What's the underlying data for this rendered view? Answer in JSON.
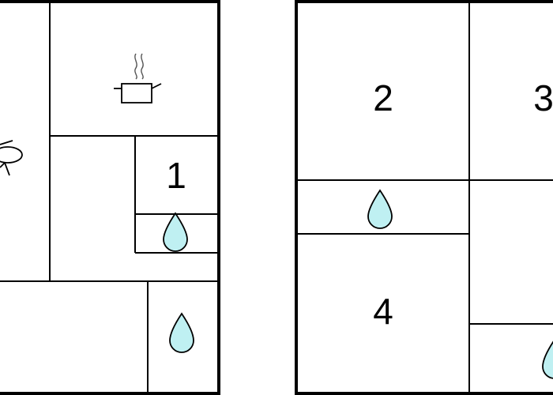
{
  "floorplan": {
    "rooms": {
      "room_1": {
        "number": "1"
      },
      "room_2": {
        "number": "2"
      },
      "room_3": {
        "number": "3"
      },
      "room_4": {
        "number": "4"
      }
    },
    "icons": {
      "kitchen": "cooking-pot-icon",
      "dining": "table-chairs-icon",
      "bathroom": "water-drop-icon"
    },
    "colors": {
      "walls": "#000000",
      "water_drop": "#bff0f2",
      "background": "#ffffff"
    }
  }
}
